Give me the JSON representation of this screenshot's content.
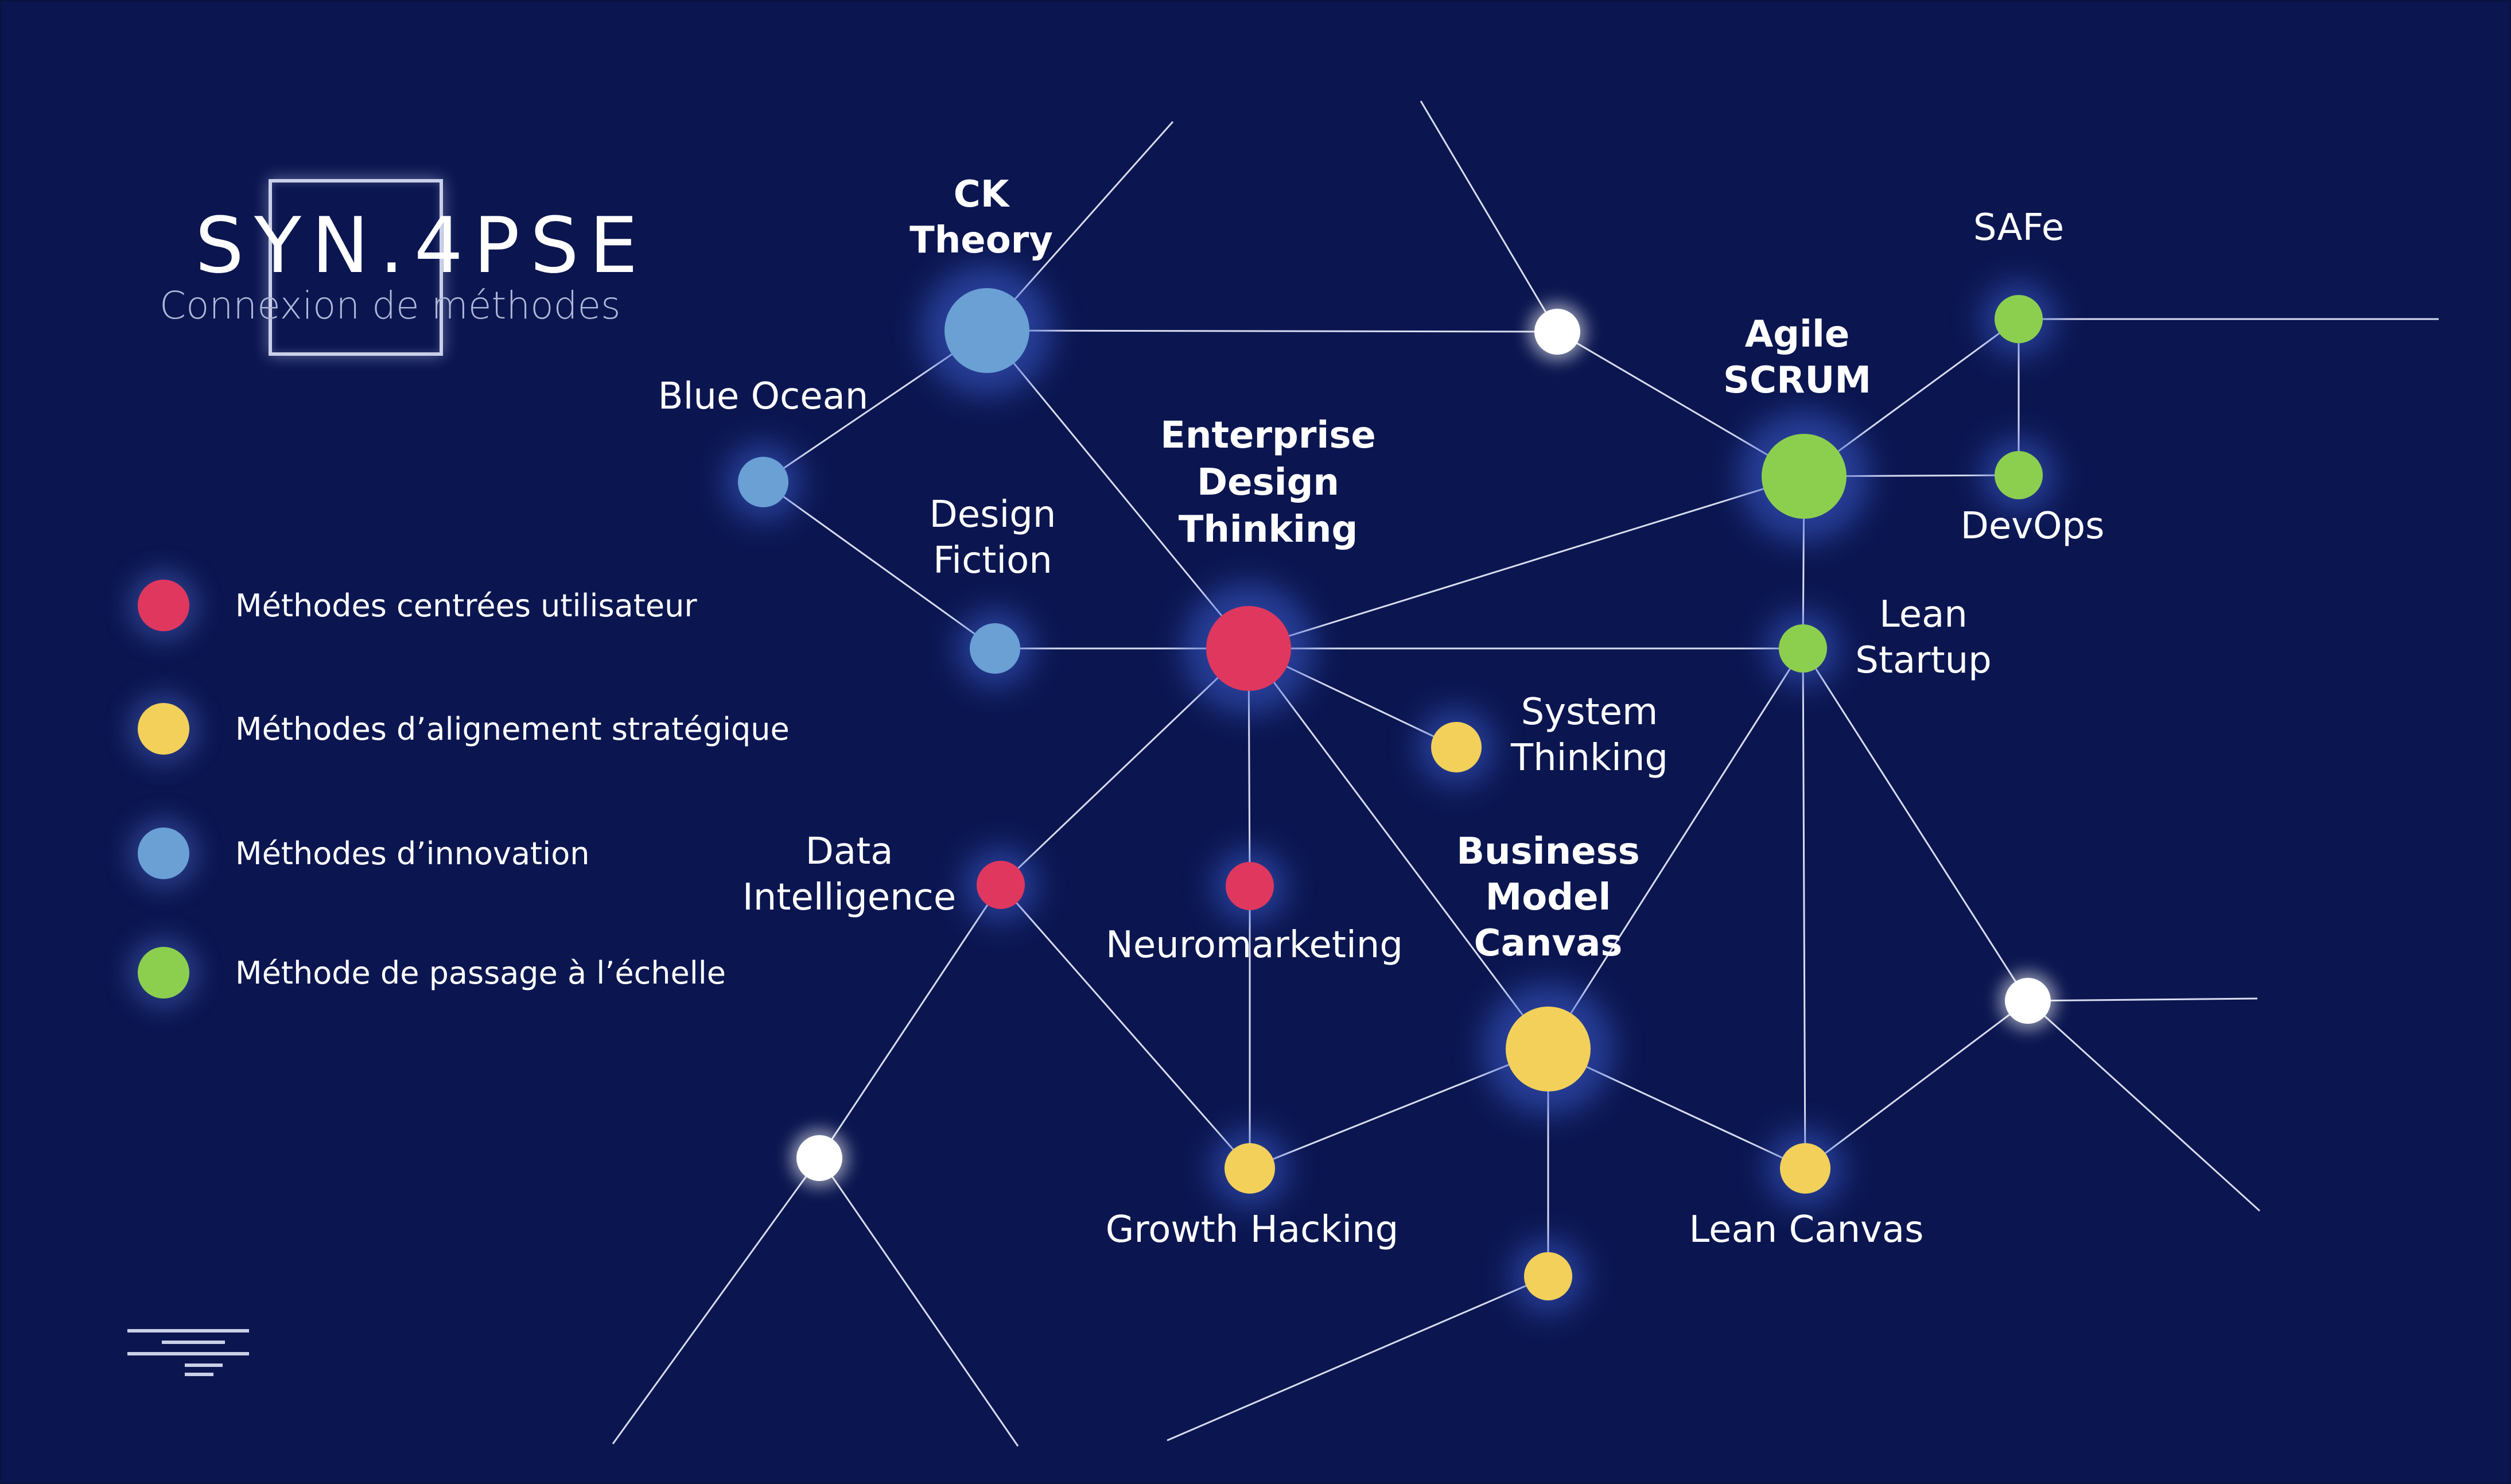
{
  "logo": {
    "wordmark": "SYN.4PSE",
    "subtitle": "Connexion de méthodes"
  },
  "legend": [
    {
      "label": "Méthodes centrées utilisateur",
      "color": "#e0375f"
    },
    {
      "label": "Méthodes d’alignement stratégique",
      "color": "#f2d05a"
    },
    {
      "label": "Méthodes d’innovation",
      "color": "#6aa0d4"
    },
    {
      "label": "Méthode de passage à l’échelle",
      "color": "#8ccf4f"
    }
  ],
  "icons": [
    "menu-lines-icon"
  ],
  "diagram": {
    "nodes": [
      {
        "id": "ck",
        "label": [
          "CK",
          "Theory"
        ],
        "bold": true,
        "color": "#6aa0d4"
      },
      {
        "id": "blue_ocean",
        "label": [
          "Blue Ocean"
        ],
        "bold": false,
        "color": "#6aa0d4"
      },
      {
        "id": "design_fiction",
        "label": [
          "Design",
          "Fiction"
        ],
        "bold": false,
        "color": "#6aa0d4"
      },
      {
        "id": "edt",
        "label": [
          "Enterprise",
          "Design",
          "Thinking"
        ],
        "bold": true,
        "color": "#e0375f"
      },
      {
        "id": "system_thinking",
        "label": [
          "System",
          "Thinking"
        ],
        "bold": false,
        "color": "#f2d05a"
      },
      {
        "id": "data_intel",
        "label": [
          "Data",
          "Intelligence"
        ],
        "bold": false,
        "color": "#e0375f"
      },
      {
        "id": "neuromarketing",
        "label": [
          "Neuromarketing"
        ],
        "bold": false,
        "color": "#e0375f"
      },
      {
        "id": "bmc",
        "label": [
          "Business",
          "Model",
          "Canvas"
        ],
        "bold": true,
        "color": "#f2d05a"
      },
      {
        "id": "growth_hacking",
        "label": [
          "Growth Hacking"
        ],
        "bold": false,
        "color": "#f2d05a"
      },
      {
        "id": "lean_canvas",
        "label": [
          "Lean Canvas"
        ],
        "bold": false,
        "color": "#f2d05a"
      },
      {
        "id": "bmc_sub",
        "label": [],
        "bold": false,
        "color": "#f2d05a"
      },
      {
        "id": "agile",
        "label": [
          "Agile",
          "SCRUM"
        ],
        "bold": true,
        "color": "#8ccf4f"
      },
      {
        "id": "safe",
        "label": [
          "SAFe"
        ],
        "bold": false,
        "color": "#8ccf4f"
      },
      {
        "id": "devops",
        "label": [
          "DevOps"
        ],
        "bold": false,
        "color": "#8ccf4f"
      },
      {
        "id": "lean_startup",
        "label": [
          "Lean",
          "Startup"
        ],
        "bold": false,
        "color": "#8ccf4f"
      },
      {
        "id": "w1",
        "label": [],
        "bold": false,
        "color": "#ffffff"
      },
      {
        "id": "w2",
        "label": [],
        "bold": false,
        "color": "#ffffff"
      },
      {
        "id": "w3",
        "label": [],
        "bold": false,
        "color": "#ffffff"
      }
    ],
    "edges": [
      [
        "ck",
        "blue_ocean"
      ],
      [
        "ck",
        "w1"
      ],
      [
        "ck",
        "edt"
      ],
      [
        "ck",
        "ext_ck"
      ],
      [
        "blue_ocean",
        "design_fiction"
      ],
      [
        "design_fiction",
        "edt"
      ],
      [
        "edt",
        "agile"
      ],
      [
        "edt",
        "lean_startup"
      ],
      [
        "edt",
        "system_thinking"
      ],
      [
        "edt",
        "data_intel"
      ],
      [
        "edt",
        "neuromarketing"
      ],
      [
        "edt",
        "bmc"
      ],
      [
        "w1",
        "agile"
      ],
      [
        "w1",
        "ext_w1"
      ],
      [
        "agile",
        "safe"
      ],
      [
        "agile",
        "devops"
      ],
      [
        "agile",
        "lean_startup"
      ],
      [
        "safe",
        "devops"
      ],
      [
        "safe",
        "ext_safe"
      ],
      [
        "lean_startup",
        "bmc"
      ],
      [
        "lean_startup",
        "lean_canvas"
      ],
      [
        "lean_startup",
        "w3"
      ],
      [
        "data_intel",
        "growth_hacking"
      ],
      [
        "data_intel",
        "w2"
      ],
      [
        "neuromarketing",
        "growth_hacking"
      ],
      [
        "bmc",
        "growth_hacking"
      ],
      [
        "bmc",
        "lean_canvas"
      ],
      [
        "bmc",
        "bmc_sub"
      ],
      [
        "bmc_sub",
        "ext_bmc_sub"
      ],
      [
        "lean_canvas",
        "w3"
      ],
      [
        "w3",
        "ext_w3a"
      ],
      [
        "w3",
        "ext_w3b"
      ],
      [
        "w2",
        "ext_w2a"
      ],
      [
        "w2",
        "ext_w2b"
      ]
    ]
  }
}
